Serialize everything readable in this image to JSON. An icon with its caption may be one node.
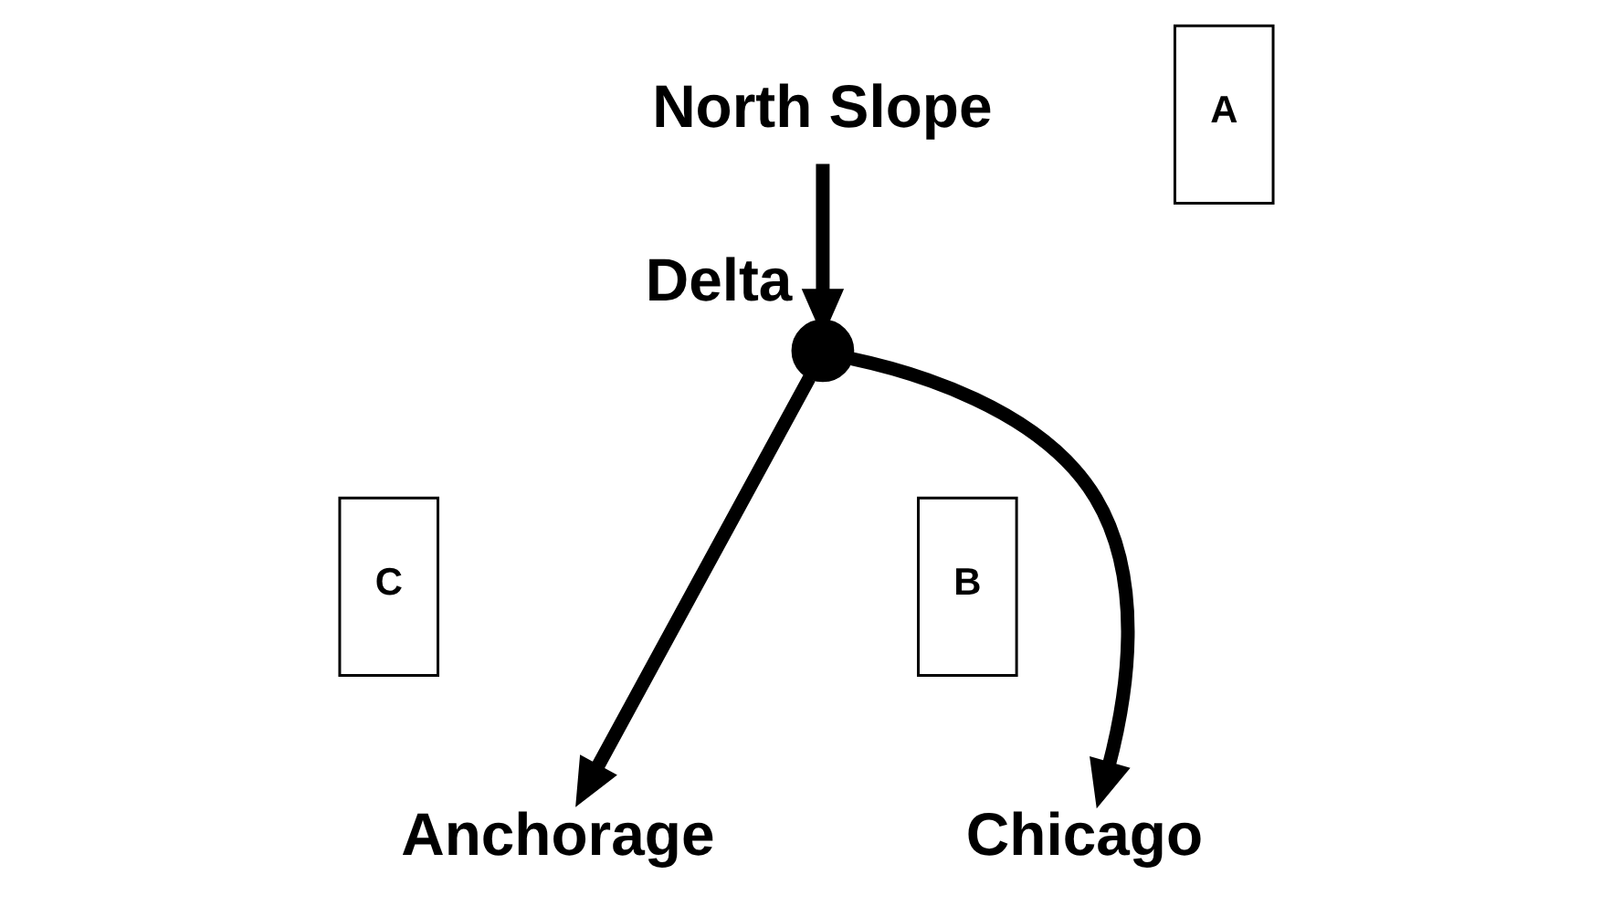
{
  "diagram": {
    "nodes": [
      {
        "text": [
          "North Slope"
        ]
      },
      {
        "text": [
          "A"
        ]
      },
      {
        "text": [],
        "shape": "circle",
        "beside": [
          "Delta"
        ]
      },
      {
        "text": [
          "C"
        ]
      },
      {
        "text": [
          "B"
        ]
      },
      {
        "text": [
          "Anchorage"
        ]
      },
      {
        "text": [
          "Chicago"
        ]
      }
    ],
    "edges": [
      {
        "from": 0,
        "to": 2,
        "arrow": "to"
      },
      {
        "from": 2,
        "to": 5,
        "arrow": "to"
      },
      {
        "from": 2,
        "to": 6,
        "arrow": "to"
      }
    ]
  }
}
